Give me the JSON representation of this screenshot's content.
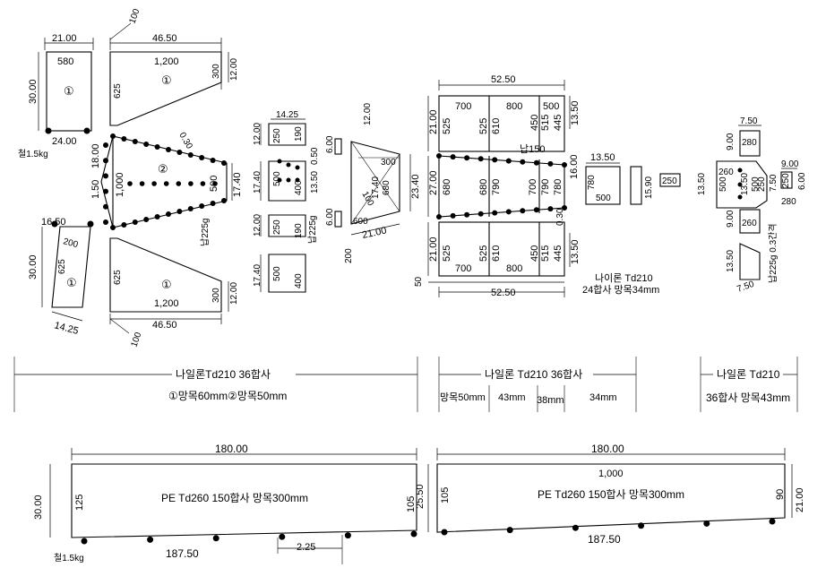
{
  "piece_a": {
    "top_width": "21.00",
    "top_meshes": "580",
    "left_height": "30.00",
    "bottom_meshes": "24.00",
    "circle_label": "①",
    "sinker": "철1.5kg"
  },
  "piece_b": {
    "corner_meshes": "100",
    "top_width": "46.50",
    "top_meshes": "1,200",
    "left_meshes": "625",
    "right_meshes": "300",
    "right_height": "12.00",
    "circle_label": "①"
  },
  "piece_c": {
    "slope": "0.30",
    "left_a": "18.00",
    "left_b": "1.50",
    "left_meshes": "1,000",
    "right_meshes": "500",
    "right_height": "17.40",
    "circle_label": "②",
    "rope": "납225g"
  },
  "piece_d": {
    "top_meshes": "16.50",
    "top_mesh_label": "200",
    "left_height": "30.00",
    "left_meshes": "625",
    "bottom_width": "14.25",
    "circle_label": "①"
  },
  "piece_e": {
    "top_width": "46.50",
    "top_meshes": "1,200",
    "left_meshes": "625",
    "right_meshes": "300",
    "right_height": "12.00",
    "corner_meshes": "100",
    "circle_label": "①"
  },
  "col2": {
    "top_width": "14.25",
    "rows": [
      {
        "height": "12.00",
        "left": "250",
        "right": "190"
      },
      {
        "height": "17.40",
        "left": "500",
        "right": "400"
      },
      {
        "height": "12.00",
        "left": "250",
        "right": "190"
      },
      {
        "height": "17.40",
        "left": "500",
        "right": "400"
      }
    ],
    "small_a": "0.50",
    "small_b": "13.50",
    "rope": "납225g"
  },
  "col3": {
    "top_height": "6.00",
    "bottom_height": "6.00",
    "meshes_top": "12.00",
    "meshes_300": "300",
    "meshes_680": "680",
    "mid_height": "17.40",
    "total_height": "23.40",
    "mesh_100": "100",
    "mesh_600": "600",
    "bottom_width": "21.00",
    "mesh_200": "200"
  },
  "big": {
    "top_width": "52.50",
    "top_row": {
      "height": "21.00",
      "cells": [
        "700",
        "800",
        "500"
      ],
      "sub": [
        "525",
        "525",
        "610",
        "450",
        "515",
        "445"
      ],
      "right": "13.50"
    },
    "mid_row": {
      "height": "27.00",
      "cells": [
        "680",
        "680",
        "790",
        "700",
        "790",
        "780"
      ],
      "right": "16.00",
      "slope": "0.30"
    },
    "bottom_row": {
      "height": "21.00",
      "sub": [
        "525",
        "525",
        "610",
        "450",
        "515",
        "445"
      ],
      "cells": [
        "700",
        "800"
      ],
      "right": "13.50"
    },
    "rope": "납150",
    "bottom_width": "52.50",
    "left_offset": "50",
    "material_1": "나이론 Td210",
    "material_2": "24합사 망목34mm"
  },
  "small_blocks": {
    "block1_width": "13.50",
    "block1_a": "780",
    "block1_b": "500",
    "block2_height": "15.90",
    "block3_label": "250"
  },
  "right_group": {
    "top_width": "7.50",
    "top_meshes": "280",
    "h1": "9.00",
    "h2": "13.50",
    "h3": "13.50",
    "meshes_260": "260",
    "meshes_500": "500",
    "meshes_250": "250",
    "w_750": "7.50",
    "side_900": "9.00",
    "side_250": "250",
    "side_600": "6.00",
    "side_280": "280",
    "h_900_b": "9.00",
    "meshes_260_b": "260",
    "h_1350_b": "13.50",
    "w_750_b": "7.50",
    "rope": "납225g 0.3간격"
  },
  "legend_row": {
    "left_label": "나일론Td210 36합사",
    "left_sub": "①망목60mm②망목50mm",
    "mid_label": "나일론 Td210 36합사",
    "mid_sub": [
      "망목50mm",
      "43mm",
      "38mm",
      "34mm"
    ],
    "right_label": "나일론 Td210",
    "right_sub": "36합사 망목43mm"
  },
  "bottom_left": {
    "top_width": "180.00",
    "left_height": "30.00",
    "left_meshes": "125",
    "right_meshes": "105",
    "label": "PE Td260 150합사 망목300mm",
    "bottom_length": "187.50",
    "spacing": "2.25",
    "sinker": "철1.5kg"
  },
  "bottom_right": {
    "top_width": "180.00",
    "top_meshes": "1,000",
    "left_height": "25.50",
    "left_meshes": "105",
    "right_meshes": "90",
    "right_height": "21.00",
    "label": "PE Td260 150합사 망목300mm",
    "bottom_length": "187.50"
  }
}
